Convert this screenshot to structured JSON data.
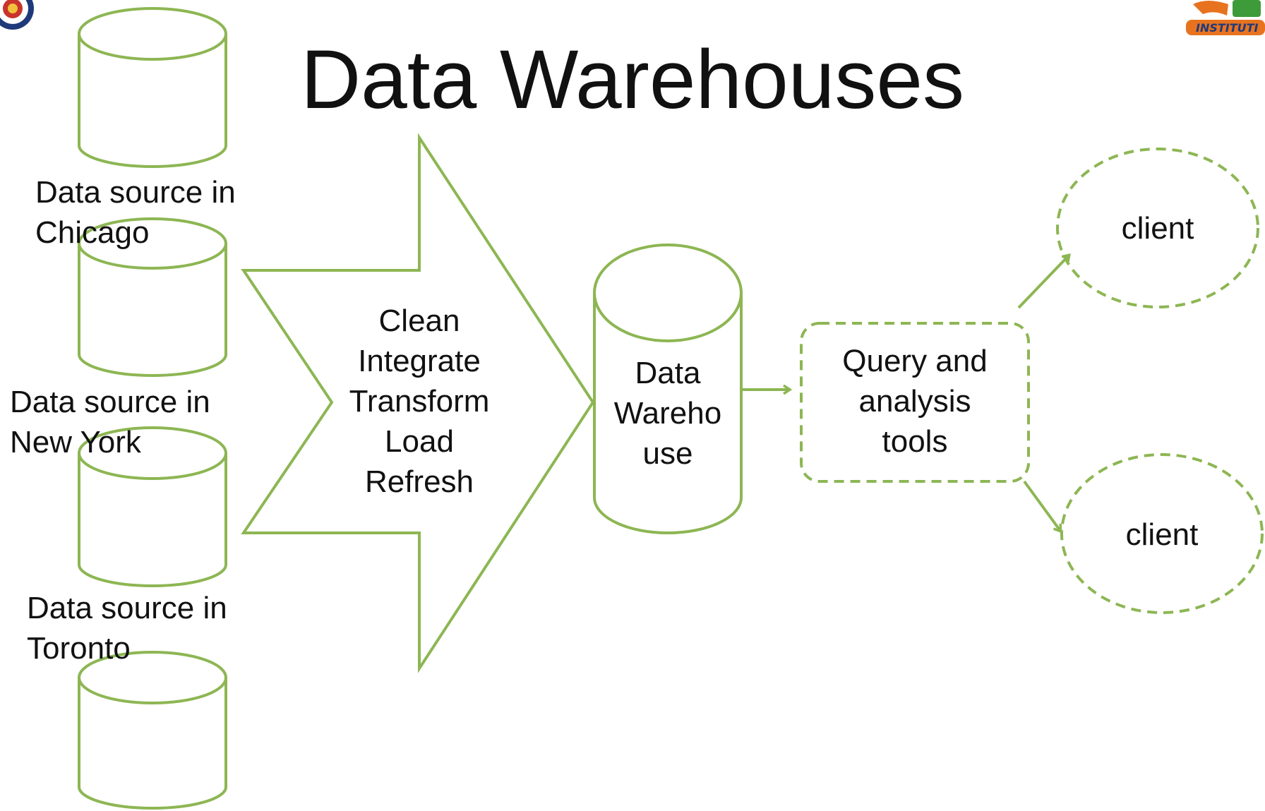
{
  "title": "Data Warehouses",
  "sources": [
    {
      "line1": "Data source in",
      "line2": "Chicago"
    },
    {
      "line1": "Data source in",
      "line2": "New York"
    },
    {
      "line1": "Data source in",
      "line2": "Toronto"
    }
  ],
  "etl_steps": [
    "Clean",
    "Integrate",
    "Transform",
    "Load",
    "Refresh"
  ],
  "warehouse_lines": [
    "Data",
    "Wareho",
    "use"
  ],
  "tools_lines": [
    "Query and",
    "analysis",
    "tools"
  ],
  "clients": [
    "client",
    "client"
  ],
  "logo_right_text": "INSTITUTI",
  "colors": {
    "accent": "#8db653",
    "text": "#111111",
    "logo_orange": "#e8731f",
    "logo_green": "#3d9b3a",
    "logo_navy": "#1f3a7a"
  }
}
